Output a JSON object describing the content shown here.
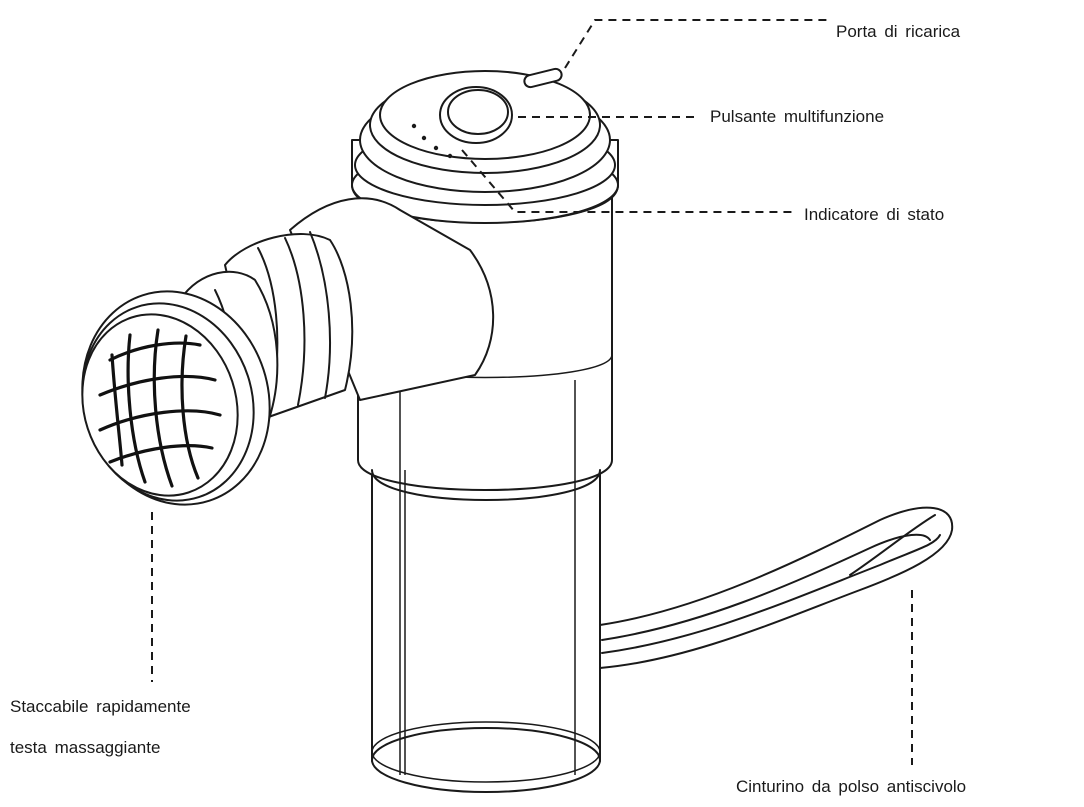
{
  "labels": {
    "charging_port": "Porta di ricarica",
    "multifunction_button": "Pulsante multifunzione",
    "status_indicator": "Indicatore di stato",
    "head_line1": "Staccabile rapidamente",
    "head_line2": "testa massaggiante",
    "wrist_strap": "Cinturino da polso antiscivolo"
  },
  "colors": {
    "ink": "#1a1a1a",
    "background": "#ffffff"
  }
}
